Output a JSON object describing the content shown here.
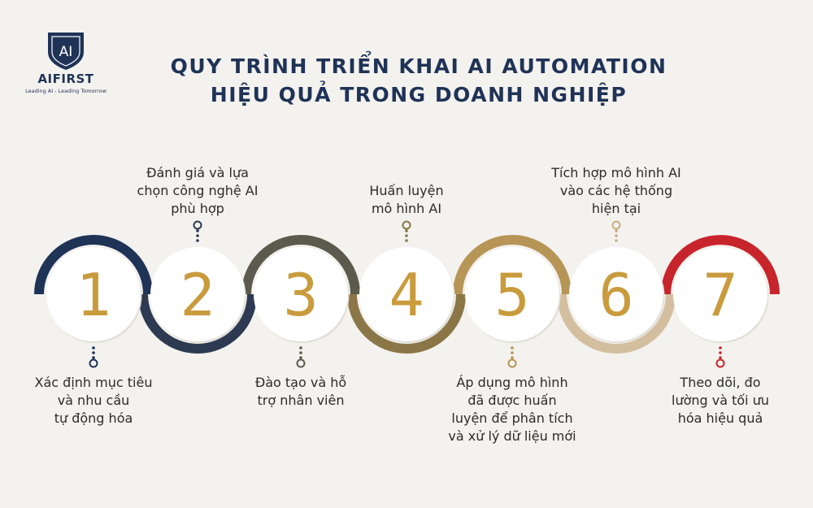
{
  "brand": {
    "mark": "AI",
    "name": "AIFIRST",
    "tagline": "Leading AI - Leading Tomorrow"
  },
  "title": {
    "line1": "QUY TRÌNH TRIỂN KHAI AI AUTOMATION",
    "line2": "HIỆU QUẢ TRONG DOANH NGHIỆP"
  },
  "steps": [
    {
      "number": "1",
      "label": [
        "Xác định mục tiêu",
        "và nhu cầu",
        "tự động hóa"
      ],
      "color": "#1f3357"
    },
    {
      "number": "2",
      "label": [
        "Đánh giá và lựa",
        "chọn công nghệ AI",
        "phù hợp"
      ],
      "color": "#2d3a52"
    },
    {
      "number": "3",
      "label": [
        "Đào tạo và hỗ",
        "trợ nhân viên"
      ],
      "color": "#5b5a4c"
    },
    {
      "number": "4",
      "label": [
        "Huấn luyện",
        "mô hình AI"
      ],
      "color": "#8a7647"
    },
    {
      "number": "5",
      "label": [
        "Áp dụng mô hình",
        "đã được huấn",
        "luyện để phân tích",
        "và xử lý dữ liệu mới"
      ],
      "color": "#b69556"
    },
    {
      "number": "6",
      "label": [
        "Tích hợp mô hình AI",
        "vào các hệ thống",
        "hiện tại"
      ],
      "color": "#d3bfa0"
    },
    {
      "number": "7",
      "label": [
        "Theo dõi, đo",
        "lường và tối ưu",
        "hóa hiệu quả"
      ],
      "color": "#c8242c"
    }
  ],
  "number_color": "#c99b3d"
}
